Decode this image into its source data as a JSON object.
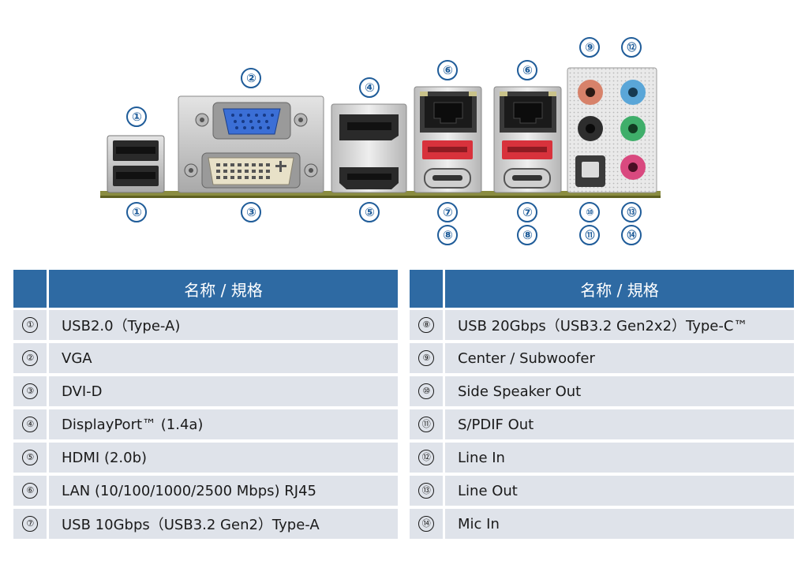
{
  "diagram": {
    "callouts": {
      "c1_top": "①",
      "c1_bottom": "①",
      "c2": "②",
      "c3": "③",
      "c4": "④",
      "c5": "⑤",
      "c6a": "⑥",
      "c6b": "⑥",
      "c7a": "⑦",
      "c8a": "⑧",
      "c7b": "⑦",
      "c8b": "⑧",
      "c9": "⑨",
      "c12": "⑫",
      "c10": "⑩",
      "c11": "⑪",
      "c13": "⑬",
      "c14": "⑭"
    },
    "colors": {
      "callout": "#1f5c99",
      "usb3_red": "#d8323c",
      "vga_blue": "#3b6fd6",
      "audio_orange": "#d7826a",
      "audio_blue": "#5aa6d8",
      "audio_green": "#3fae6a",
      "audio_pink": "#d9497f",
      "pcb": "#8a8c40"
    }
  },
  "table_left": {
    "header": "名称 / 規格",
    "rows": [
      {
        "num": "①",
        "name": "USB2.0（Type-A)"
      },
      {
        "num": "②",
        "name": "VGA"
      },
      {
        "num": "③",
        "name": "DVI-D"
      },
      {
        "num": "④",
        "name": "DisplayPort™ (1.4a)"
      },
      {
        "num": "⑤",
        "name": "HDMI (2.0b)"
      },
      {
        "num": "⑥",
        "name": "LAN (10/100/1000/2500 Mbps) RJ45"
      },
      {
        "num": "⑦",
        "name": "USB 10Gbps（USB3.2 Gen2）Type-A"
      }
    ]
  },
  "table_right": {
    "header": "名称 / 規格",
    "rows": [
      {
        "num": "⑧",
        "name": "USB 20Gbps（USB3.2 Gen2x2）Type-C™"
      },
      {
        "num": "⑨",
        "name": "Center / Subwoofer"
      },
      {
        "num": "⑩",
        "name": "Side Speaker Out"
      },
      {
        "num": "⑪",
        "name": "S/PDIF Out"
      },
      {
        "num": "⑫",
        "name": "Line In"
      },
      {
        "num": "⑬",
        "name": "Line Out"
      },
      {
        "num": "⑭",
        "name": "Mic In"
      }
    ]
  }
}
